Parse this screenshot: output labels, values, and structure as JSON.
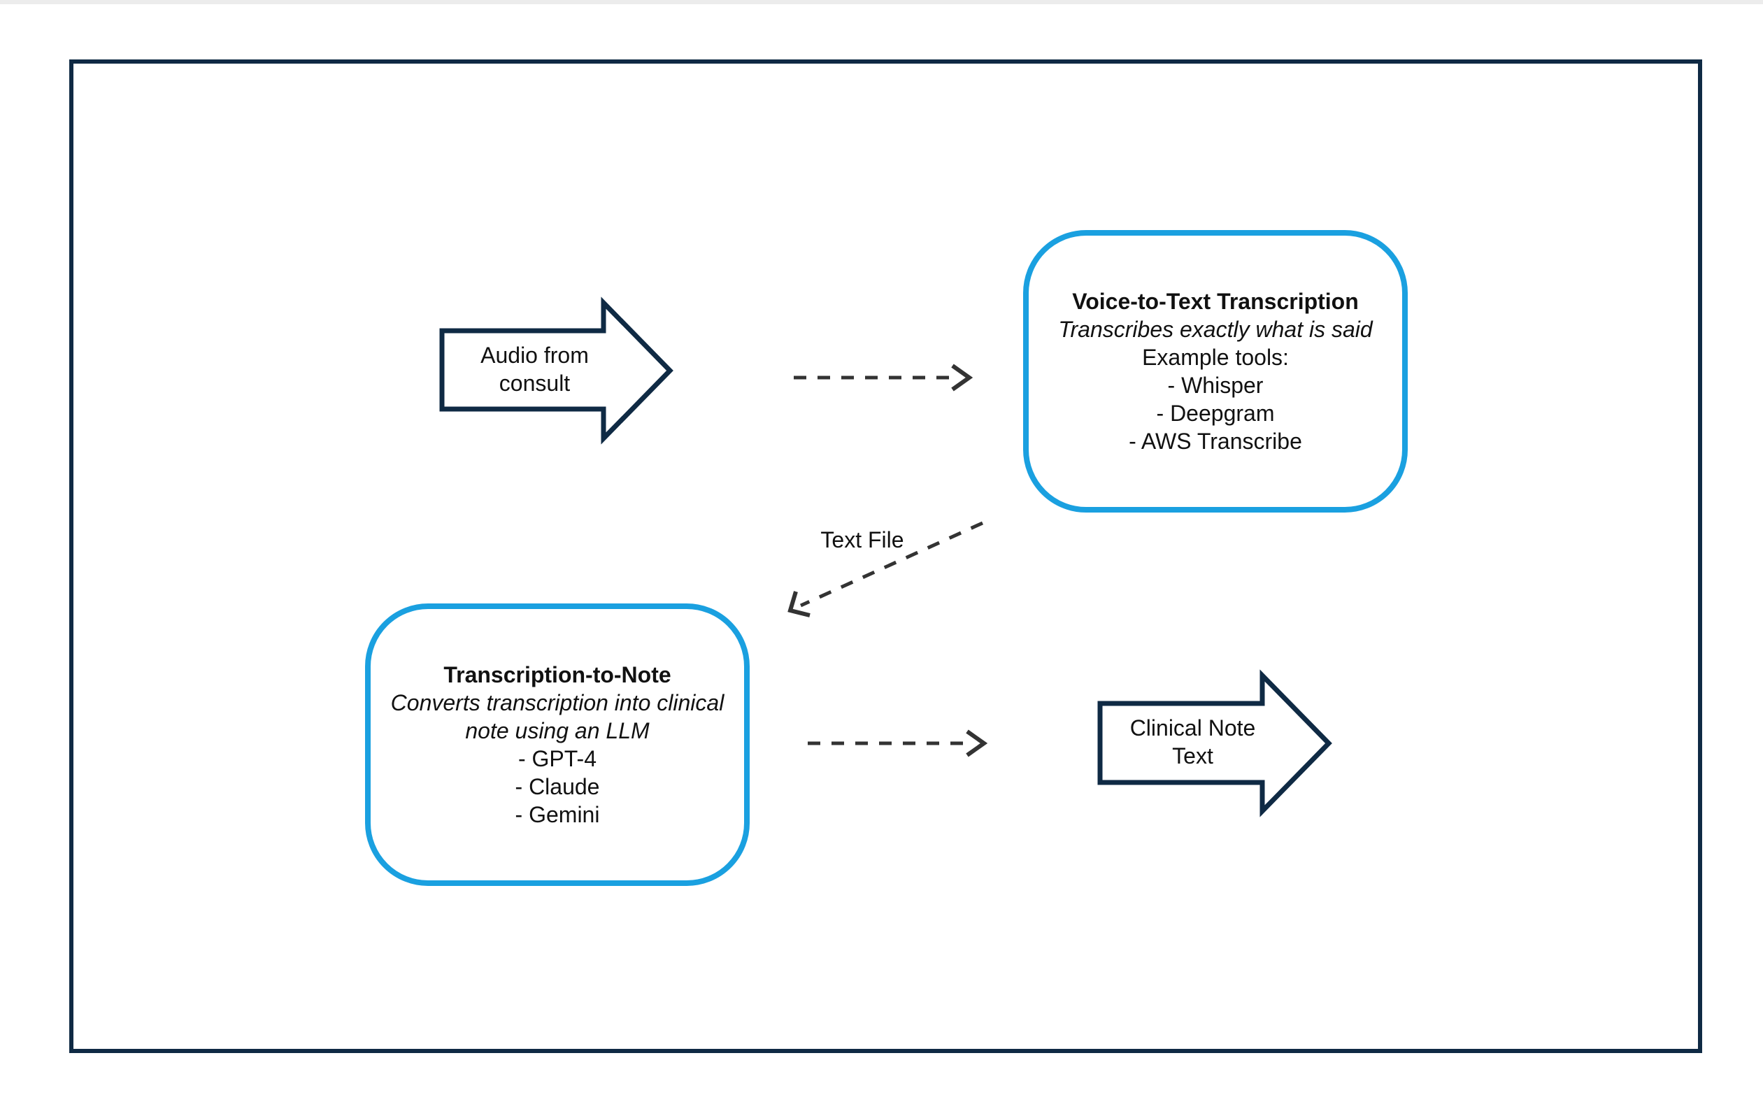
{
  "diagram": {
    "input_arrow": {
      "lines": [
        "Audio from",
        "consult"
      ]
    },
    "transcription_box": {
      "title": "Voice-to-Text Transcription",
      "subtitle": "Transcribes exactly what is said",
      "items": [
        "Example tools:",
        "- Whisper",
        "- Deepgram",
        "- AWS Transcribe"
      ]
    },
    "edge_label": "Text File",
    "note_box": {
      "title": "Transcription-to-Note",
      "subtitle_lines": [
        "Converts transcription into clinical",
        "note using an LLM"
      ],
      "items": [
        "- GPT-4",
        "- Claude",
        "- Gemini"
      ]
    },
    "output_arrow": {
      "lines": [
        "Clinical Note",
        "Text"
      ]
    },
    "colors": {
      "frame": "#0f2a44",
      "box_border": "#1aa0e0",
      "connector": "#333333"
    }
  }
}
